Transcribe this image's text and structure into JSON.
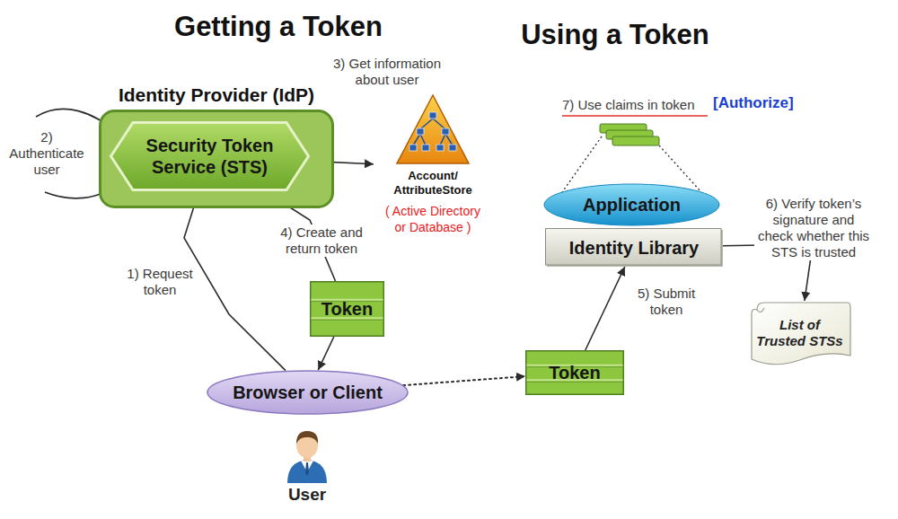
{
  "diagram": {
    "nodes": [
      {
        "text": [
          "Identity Provider (IdP)"
        ]
      },
      {
        "text": [
          "Security Token Service (STS)"
        ],
        "in": 0
      },
      {
        "text": [
          "Account/ AttributeStore",
          "( Active Directory or Database )"
        ]
      },
      {
        "text": [
          "Application"
        ]
      },
      {
        "text": [
          "Identity Library"
        ]
      },
      {
        "text": [
          "Token"
        ]
      },
      {
        "text": [
          "List of Trusted STSs"
        ]
      },
      {
        "text": [
          "Token"
        ]
      },
      {
        "text": [
          "Browser or Client"
        ]
      },
      {
        "text": [
          "User"
        ]
      }
    ],
    "edges": [
      {
        "from": 8,
        "to": 1,
        "label": "1) Request token",
        "arrow": "to"
      },
      {
        "from": 1,
        "to": 2,
        "label": "3) Get information about user",
        "arrow": "to"
      },
      {
        "from": 1,
        "to": 5,
        "label": "4) Create and return token",
        "arrow": "none"
      },
      {
        "from": 5,
        "to": 8,
        "arrow": "to"
      },
      {
        "from": 8,
        "to": 7,
        "arrow": "to"
      },
      {
        "from": 7,
        "to": 4,
        "label": "5) Submit token",
        "arrow": "to"
      },
      {
        "from": 4,
        "to": 6,
        "label": "6) Verify token’s signature and check whether this STS is trusted",
        "arrow": "to"
      }
    ],
    "labels": [
      "Getting a Token",
      "Using a Token",
      "2) Authenticate user",
      "7) Use claims in token",
      "[Authorize]"
    ]
  }
}
